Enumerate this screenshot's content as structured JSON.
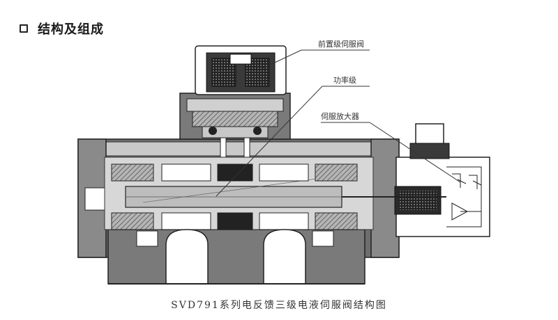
{
  "section": {
    "title": "结构及组成",
    "icon": "checkbox-square-icon"
  },
  "labels": {
    "pilot_valve": "前置级伺服阀",
    "power_stage": "功率级",
    "servo_amplifier": "伺服放大器"
  },
  "caption": "SVD791系列电反馈三级电液伺服阀结构图",
  "colors": {
    "dark": "#3a3a3a",
    "mid": "#7a7a7a",
    "light": "#c8c8c8",
    "hatch": "#5a5a5a"
  }
}
